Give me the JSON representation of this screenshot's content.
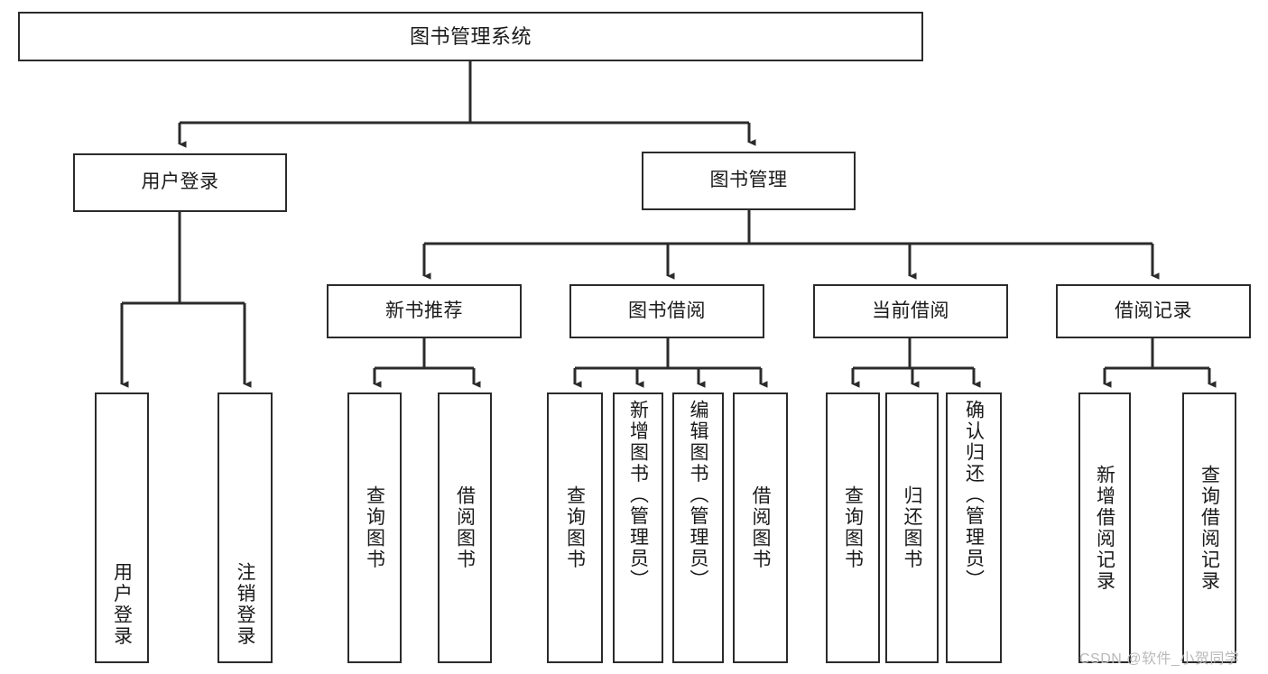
{
  "diagram": {
    "title": "图书管理系统",
    "type": "tree-hierarchy-diagram",
    "colors": {
      "box_border": "#2b2b2b",
      "box_fill": "#ffffff",
      "connector": "#2b2b2b",
      "text": "#1a1a1a",
      "watermark": "#b9b9b9",
      "background": "#ffffff"
    },
    "root": {
      "label": "图书管理系统"
    },
    "level2": [
      {
        "label": "用户登录"
      },
      {
        "label": "图书管理"
      }
    ],
    "level3": [
      {
        "label": "新书推荐"
      },
      {
        "label": "图书借阅"
      },
      {
        "label": "当前借阅"
      },
      {
        "label": "借阅记录"
      }
    ],
    "leaves": {
      "user_login": [
        {
          "label": "用户登录"
        },
        {
          "label": "注销登录"
        }
      ],
      "new_book_recommend": [
        {
          "label": "查询图书"
        },
        {
          "label": "借阅图书"
        }
      ],
      "book_borrow": [
        {
          "label": "查询图书"
        },
        {
          "label": "新增图书（管理员）"
        },
        {
          "label": "编辑图书（管理员）"
        },
        {
          "label": "借阅图书"
        }
      ],
      "current_borrow": [
        {
          "label": "查询图书"
        },
        {
          "label": "归还图书"
        },
        {
          "label": "确认归还（管理员）"
        }
      ],
      "borrow_records": [
        {
          "label": "新增借阅记录"
        },
        {
          "label": "查询借阅记录"
        }
      ]
    },
    "watermark": "CSDN @软件_小贺同学"
  }
}
